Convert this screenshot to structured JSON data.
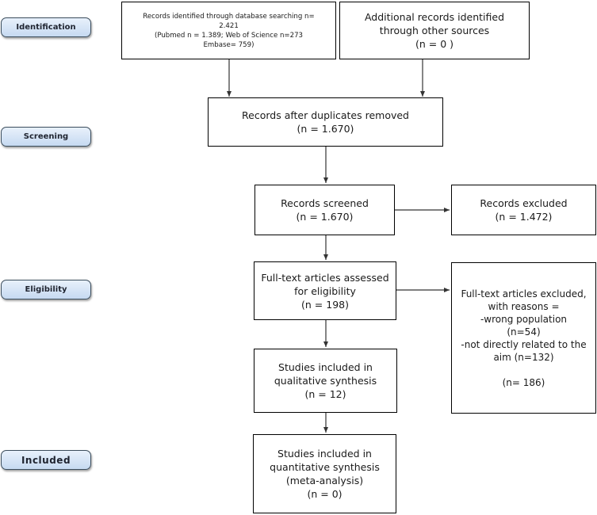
{
  "stages": {
    "identification": "Identification",
    "screening": "Screening",
    "eligibility": "Eligibility",
    "included": "Included"
  },
  "boxes": {
    "database_records": [
      "Records identified through database searching n=",
      "2.421",
      "(Pubmed n = 1.389;  Web of Science n=273",
      "Embase= 759)"
    ],
    "other_sources": [
      "Additional records identified",
      "through other sources",
      "(n = 0 )"
    ],
    "after_duplicates": [
      "Records after duplicates removed",
      "(n = 1.670)"
    ],
    "screened": [
      "Records screened",
      "(n =  1.670)"
    ],
    "excluded": [
      "Records excluded",
      "(n = 1.472)"
    ],
    "fulltext_assessed": [
      "Full-text articles assessed",
      "for eligibility",
      "(n = 198)"
    ],
    "fulltext_excluded": [
      "Full-text articles excluded,",
      "with reasons =",
      "-wrong population",
      "(n=54)",
      "-not directly related to the",
      "aim (n=132)",
      "",
      "(n= 186)"
    ],
    "qualitative": [
      "Studies included in",
      "qualitative synthesis",
      "(n = 12)"
    ],
    "quantitative": [
      "Studies included in",
      "quantitative synthesis",
      "(meta-analysis)",
      "(n = 0)"
    ]
  },
  "colors": {
    "stage_fill_top": "#e8f1fb",
    "stage_fill_bottom": "#c6daf1",
    "stage_border": "#3b4d5c",
    "box_border": "#000000",
    "arrow": "#333333"
  }
}
